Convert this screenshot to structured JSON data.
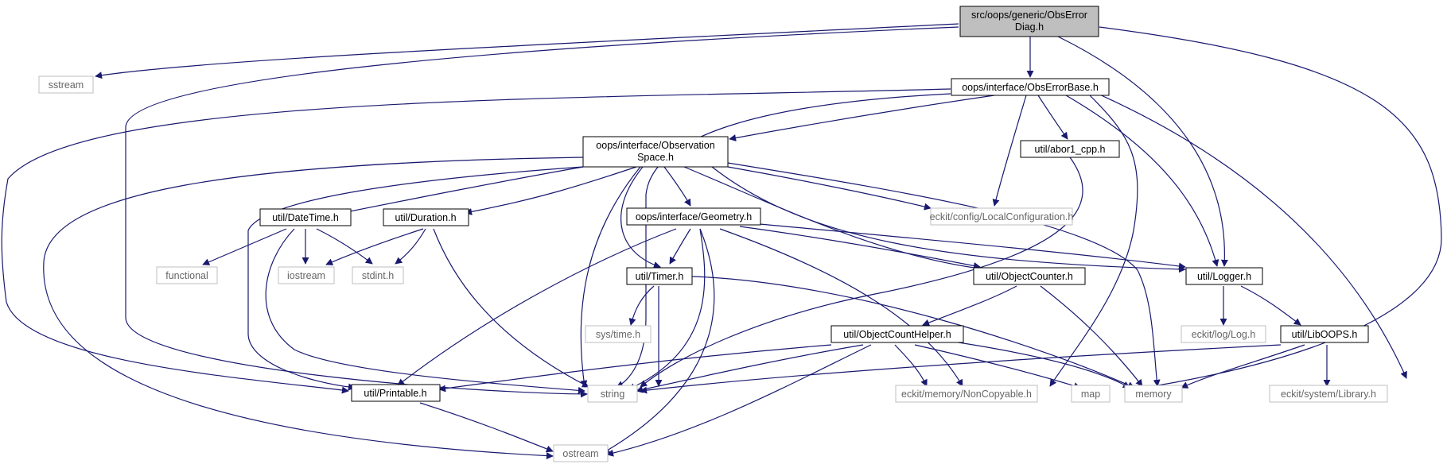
{
  "colors": {
    "edge": "#191970",
    "root_fill": "#bfbfbf",
    "node_border": "#000000",
    "ext_border": "#bfbfbf",
    "ext_text": "#666666",
    "text": "#000000"
  },
  "nodes": {
    "root_1": "src/oops/generic/ObsError",
    "root_2": "Diag.h",
    "obserrorbase": "oops/interface/ObsErrorBase.h",
    "observationspace_1": "oops/interface/Observation",
    "observationspace_2": "Space.h",
    "abor1": "util/abor1_cpp.h",
    "datetime": "util/DateTime.h",
    "duration": "util/Duration.h",
    "geometry": "oops/interface/Geometry.h",
    "localconfig": "eckit/config/LocalConfiguration.h",
    "objectcounter": "util/ObjectCounter.h",
    "logger": "util/Logger.h",
    "timer": "util/Timer.h",
    "objectcounthelper": "util/ObjectCountHelper.h",
    "liboops": "util/LibOOPS.h",
    "printable": "util/Printable.h",
    "sstream": "sstream",
    "functional": "functional",
    "iostream": "iostream",
    "stdint": "stdint.h",
    "systime": "sys/time.h",
    "eckitlog": "eckit/log/Log.h",
    "string": "string",
    "noncopyable": "eckit/memory/NonCopyable.h",
    "map": "map",
    "memory": "memory",
    "library": "eckit/system/Library.h",
    "ostream": "ostream"
  }
}
